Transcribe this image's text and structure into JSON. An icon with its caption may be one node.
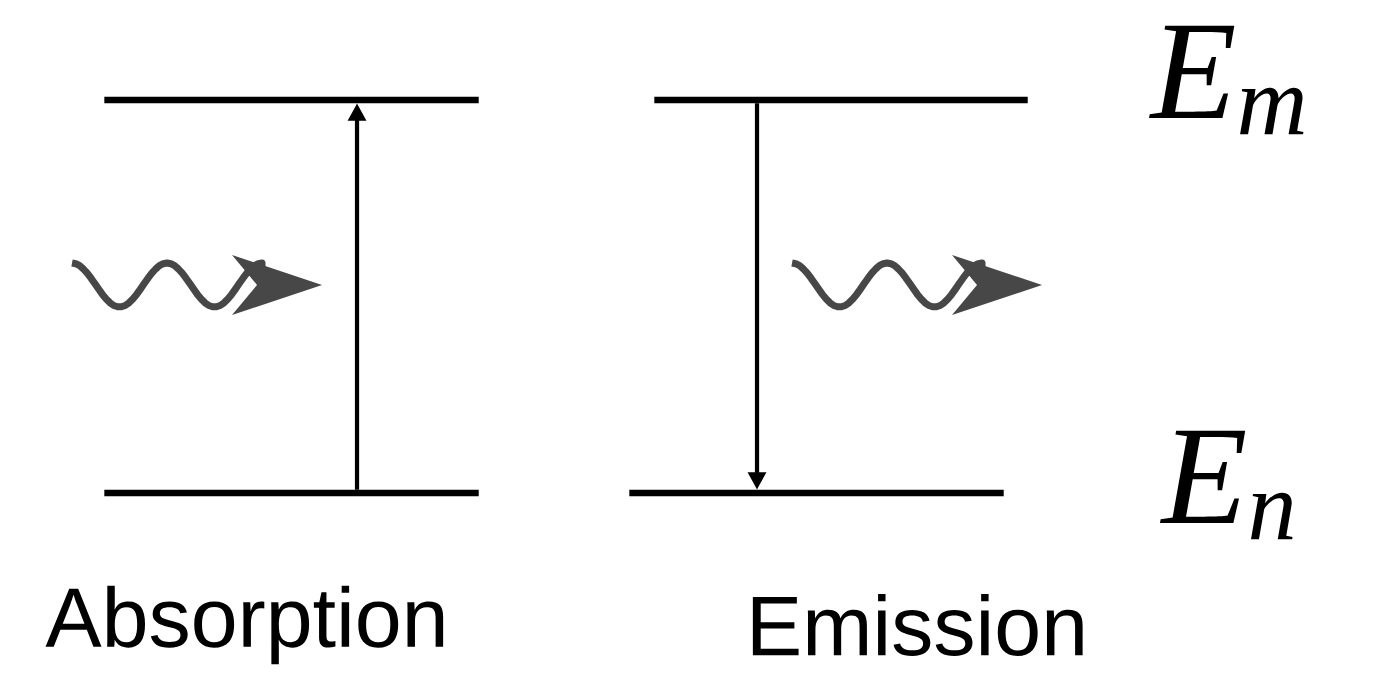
{
  "diagram": {
    "nodes": [
      {
        "text": [],
        "shape": "bar"
      },
      {
        "text": [],
        "shape": "bar"
      },
      {
        "text": [],
        "shape": "bar"
      },
      {
        "text": [],
        "shape": "bar"
      }
    ],
    "edges": [
      {
        "from": 1,
        "to": 0,
        "arrow": "to"
      },
      {
        "from": 2,
        "to": 3,
        "arrow": "to"
      }
    ],
    "labels": [
      "E$_{m}$",
      "E$_{n}$",
      "Absorption",
      "Emission"
    ]
  }
}
